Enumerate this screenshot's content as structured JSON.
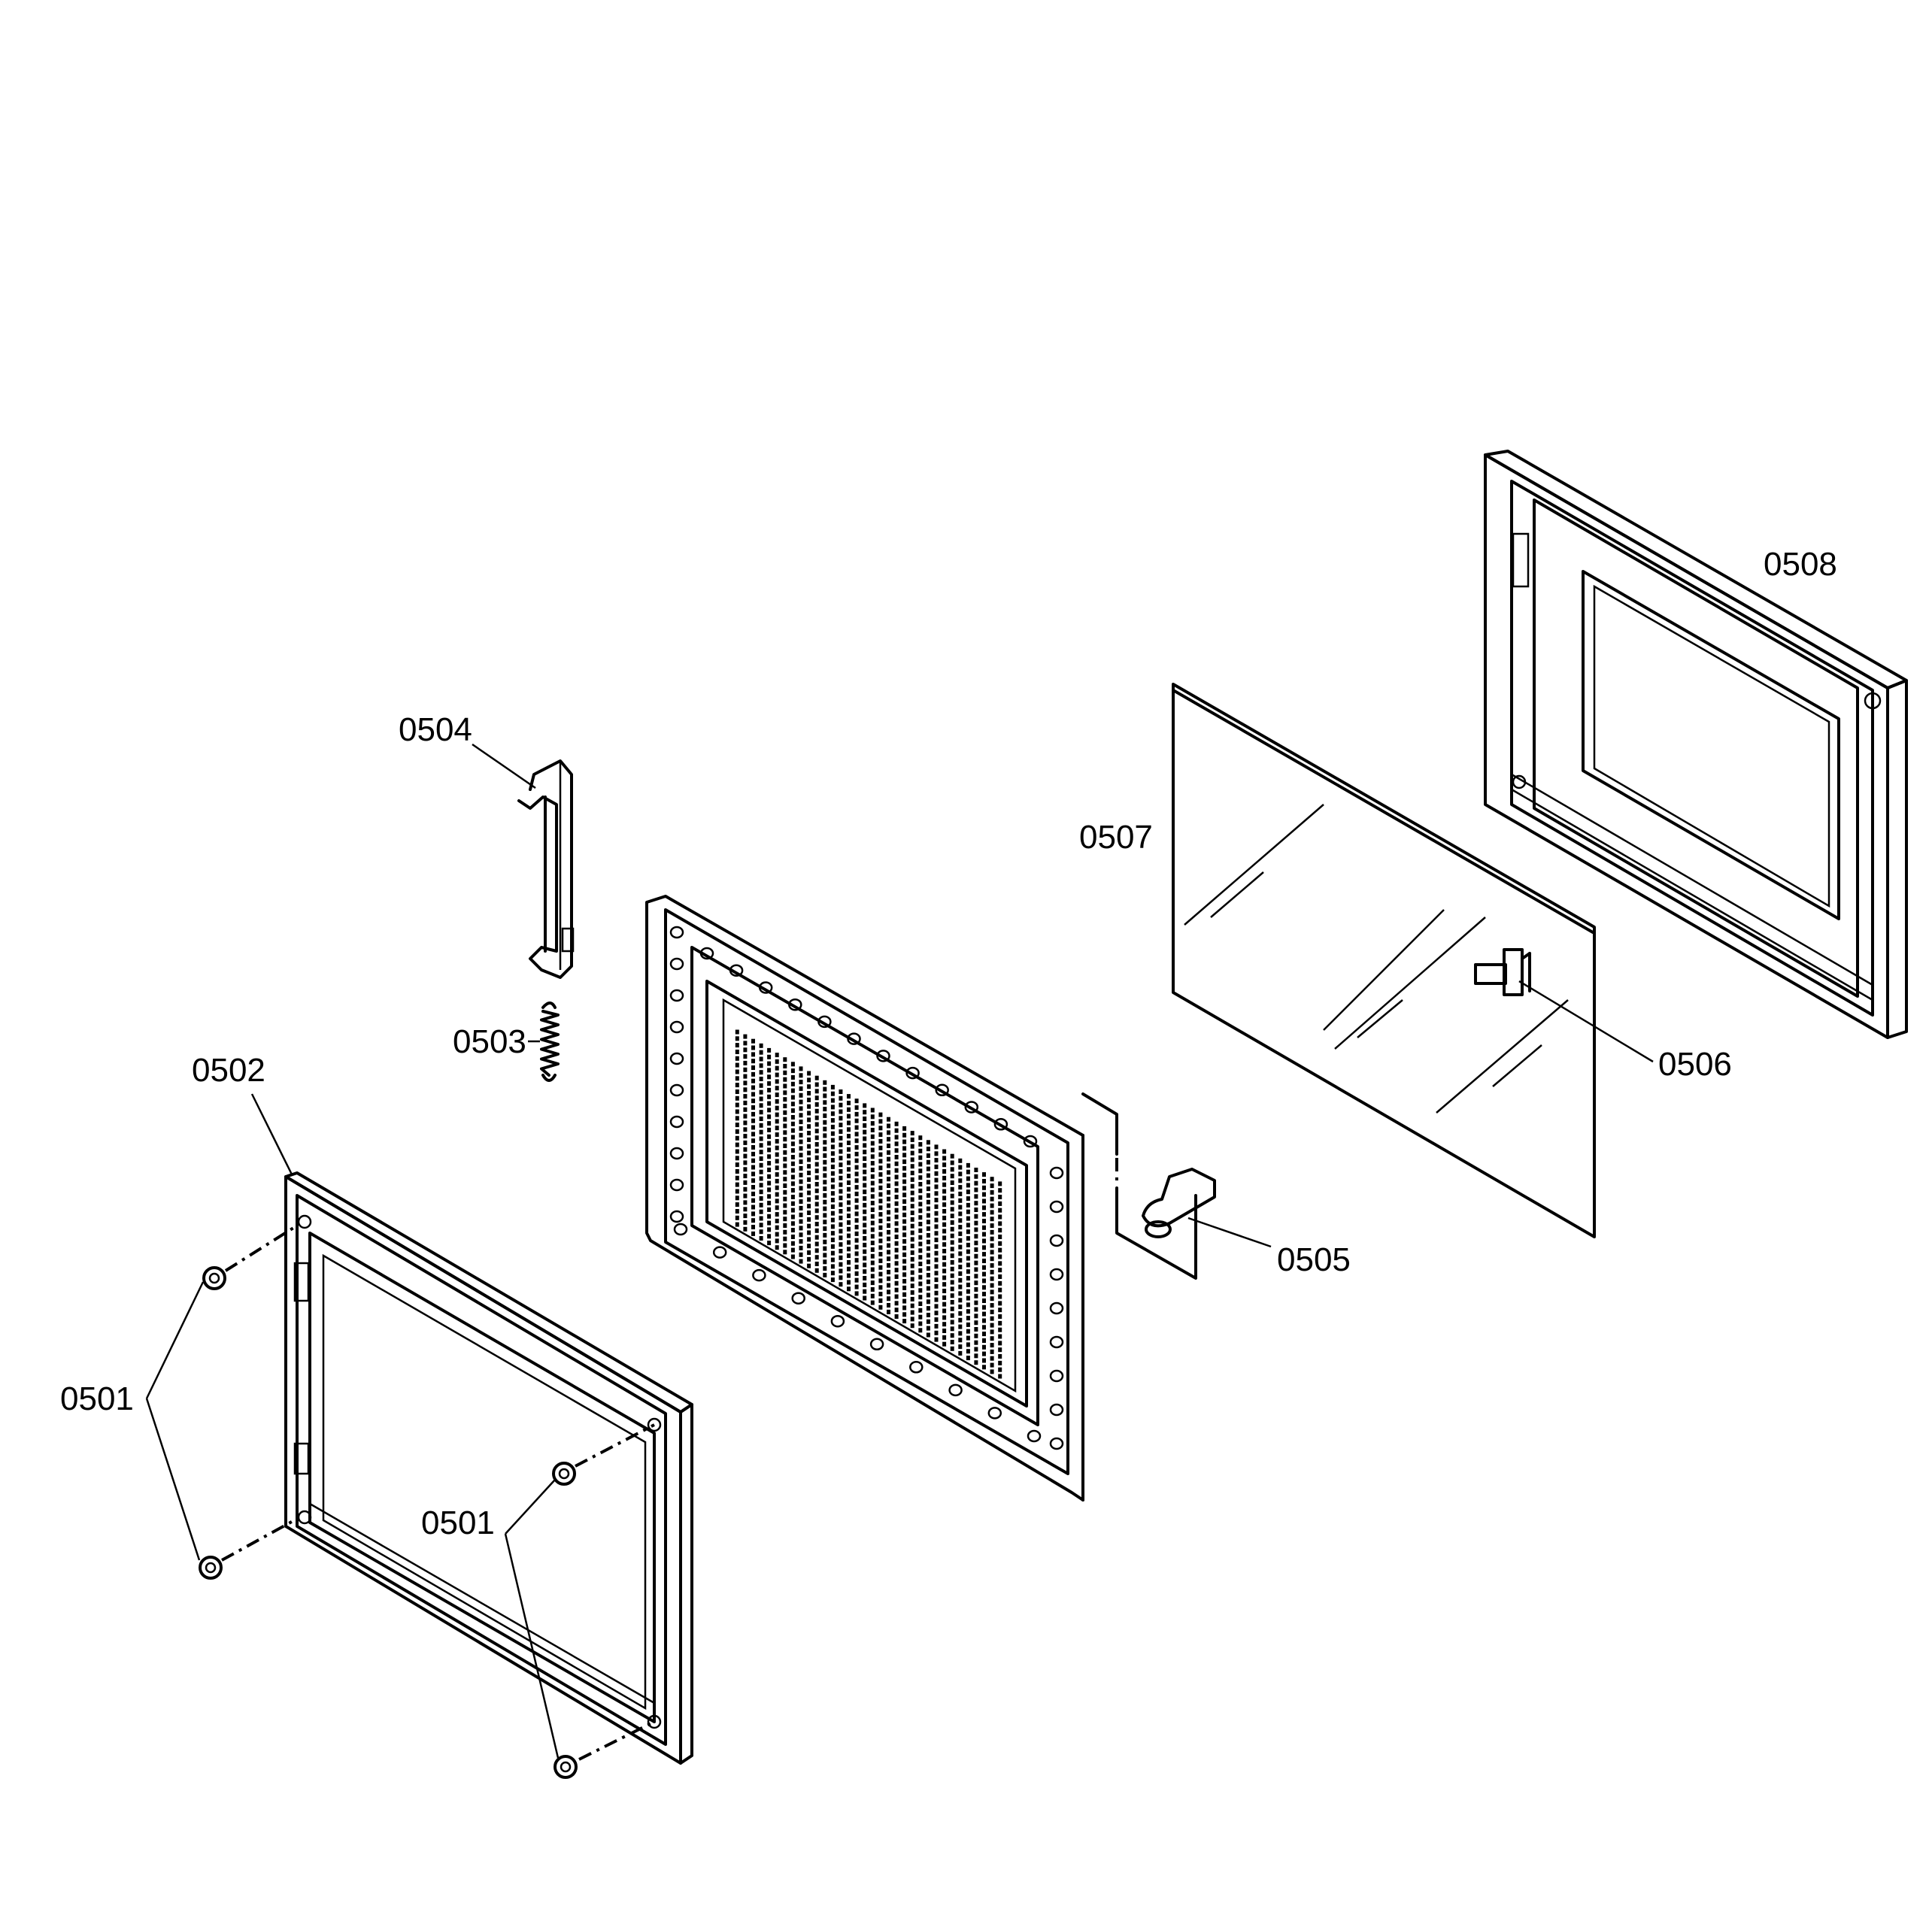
{
  "labels": {
    "p0501": "0501",
    "p0502": "0502",
    "p0503": "0503",
    "p0504": "0504",
    "p0505": "0505",
    "p0506": "0506",
    "p0507": "0507",
    "p0508": "0508"
  }
}
